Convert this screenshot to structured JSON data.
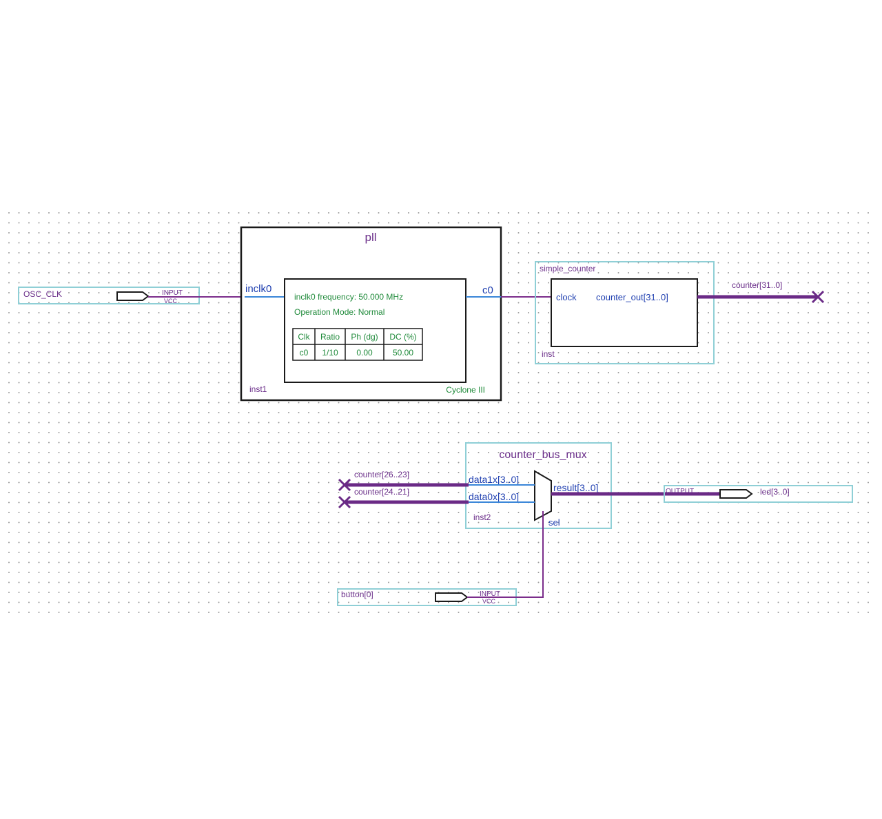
{
  "colors": {
    "wire": "#7b2d8b",
    "bus": "#6a2a86",
    "clock_wire": "#3a86d8",
    "block_border": "#1a1a1a",
    "outline_box": "#8fcfd6",
    "label_purple": "#6b2f8a",
    "label_green": "#1f8a3a",
    "label_blue": "#1f3fb0",
    "grid_dot": "#9a9a9a"
  },
  "osc_clk": {
    "name": "OSC_CLK",
    "type": "INPUT",
    "vcc": "VCC"
  },
  "button": {
    "name": "button[0]",
    "type": "INPUT",
    "vcc": "VCC"
  },
  "led": {
    "name": "led[3..0]",
    "type": "OUTPUT"
  },
  "pll": {
    "title": "pll",
    "port_in": "inclk0",
    "port_out": "c0",
    "info_freq": "inclk0 frequency: 50.000 MHz",
    "info_mode": "Operation Mode: Normal",
    "table_header": [
      "Clk",
      "Ratio",
      "Ph (dg)",
      "DC (%)"
    ],
    "table_row": [
      "c0",
      "1/10",
      "0.00",
      "50.00"
    ],
    "instance": "inst1",
    "device": "Cyclone III"
  },
  "simple_counter": {
    "title": "simple_counter",
    "port_in": "clock",
    "port_out": "counter_out[31..0]",
    "instance": "inst",
    "net_out": "counter[31..0]"
  },
  "mux": {
    "title": "counter_bus_mux",
    "port_data1": "data1x[3..0]",
    "port_data0": "data0x[3..0]",
    "port_result": "result[3..0]",
    "port_sel": "sel",
    "instance": "inst2",
    "net_data1": "counter[26..23]",
    "net_data0": "counter[24..21]"
  }
}
